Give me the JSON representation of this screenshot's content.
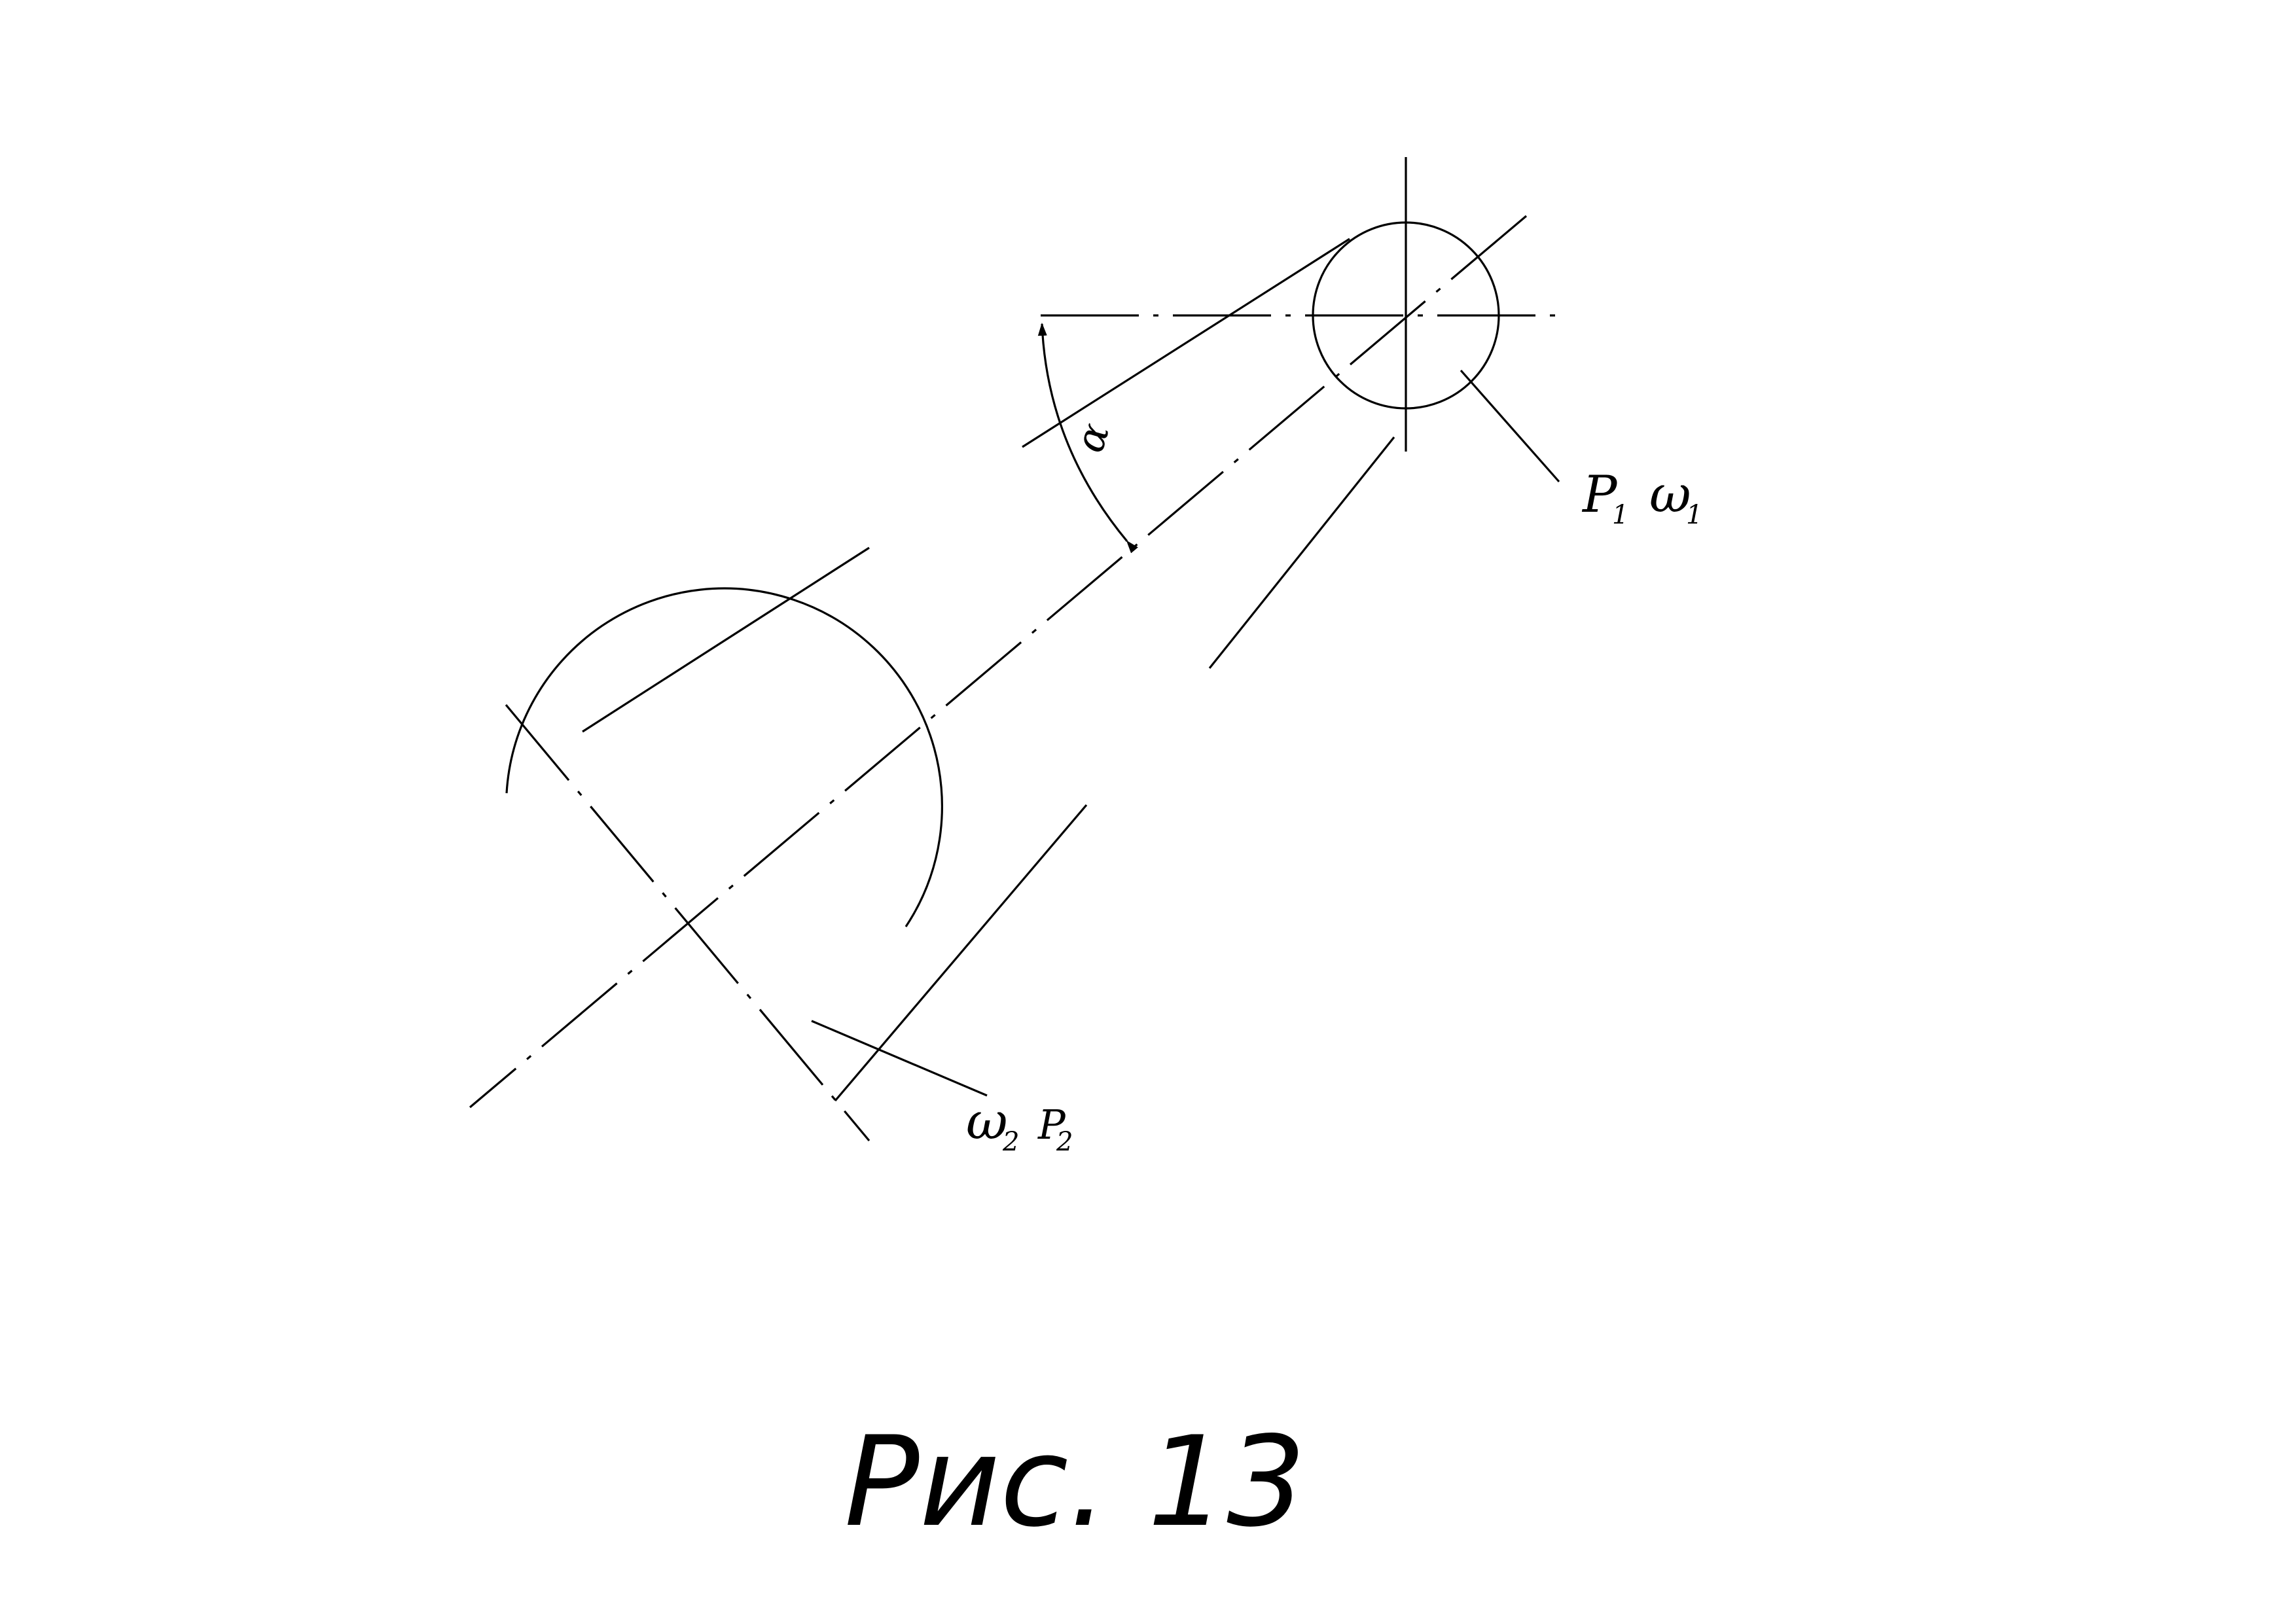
{
  "figure": {
    "caption": "Рис. 13"
  },
  "labels": {
    "angle": "α",
    "small_pulley_P": "P",
    "small_pulley_P_sub": "1",
    "small_pulley_omega": "ω",
    "small_pulley_omega_sub": "1",
    "large_pulley_omega": "ω",
    "large_pulley_omega_sub": "2",
    "large_pulley_P": "P",
    "large_pulley_P_sub": "2"
  },
  "colors": {
    "ink": "#000000",
    "background": "#ffffff"
  }
}
